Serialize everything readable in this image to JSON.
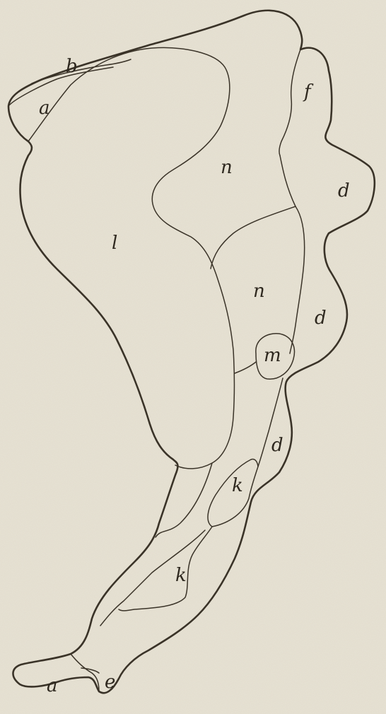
{
  "plate": {
    "background_color": "#e7e2d4",
    "ink_color": "#3a3328"
  },
  "labels": {
    "a_top": "a",
    "b": "b",
    "f": "f",
    "n_upper": "n",
    "d_upper": "d",
    "l": "l",
    "n_lower": "n",
    "d_middle": "d",
    "m": "m",
    "d_lower": "d",
    "k_upper": "k",
    "k_lower": "k",
    "a_bottom": "a",
    "e": "e"
  }
}
